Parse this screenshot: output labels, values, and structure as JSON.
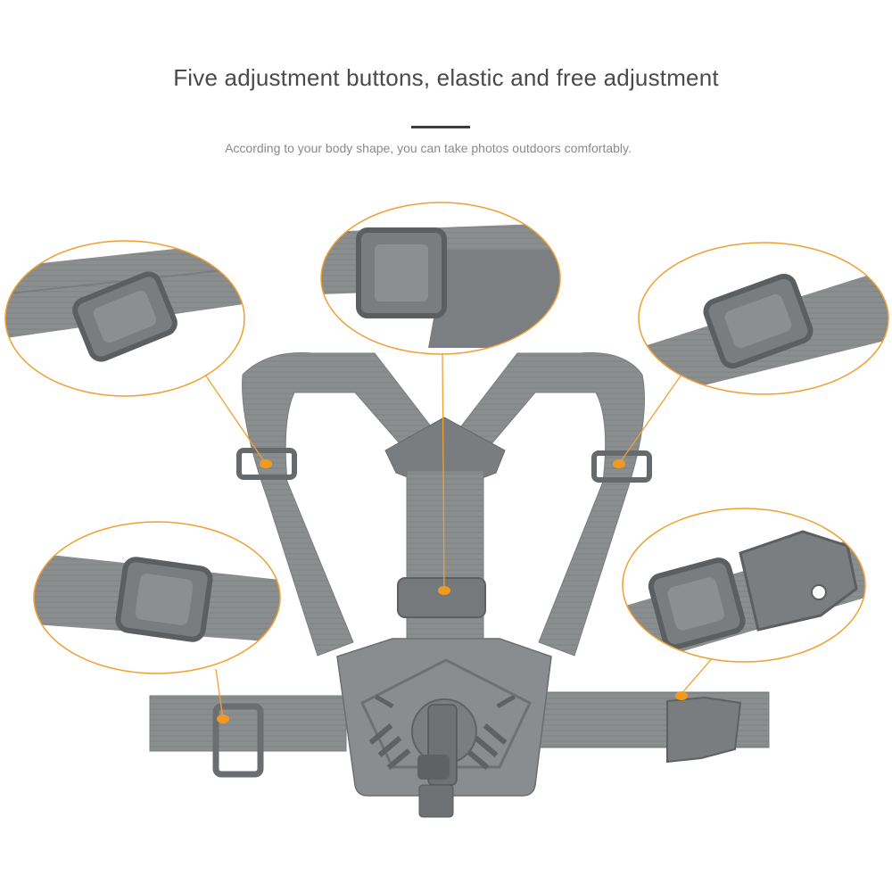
{
  "header": {
    "title": "Five adjustment buttons, elastic and free adjustment",
    "subtitle": "According to your body shape, you can take photos outdoors comfortably."
  },
  "colors": {
    "strap": "#8b8e8f",
    "strap_dark": "#6e7173",
    "buckle": "#727577",
    "callout_line": "#f0a030",
    "marker": "#f29a1f",
    "text": "#4a4a4a"
  },
  "product": {
    "name": "chest-mount-harness",
    "adjustment_points": 5
  }
}
